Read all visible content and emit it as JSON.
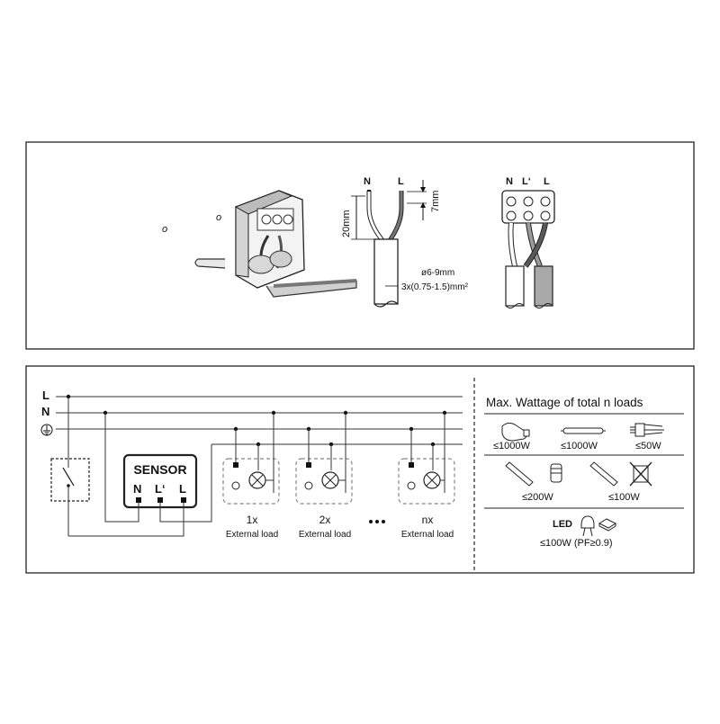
{
  "top_panel": {
    "cable_diagram": {
      "wire_N": "N",
      "wire_L": "L",
      "strip_length": "20mm",
      "wire_strip": "7mm",
      "diameter": "ø6-9mm",
      "cross_section": "3x(0.75-1.5)mm²"
    },
    "terminal_block": {
      "label_N": "N",
      "label_L_out": "L‘",
      "label_L": "L"
    }
  },
  "bottom_panel": {
    "bus_labels": {
      "L": "L",
      "N": "N"
    },
    "sensor": {
      "title": "SENSOR",
      "terminal_N": "N",
      "terminal_L_out": "L‘",
      "terminal_L": "L"
    },
    "loads": [
      {
        "count": "1x",
        "label": "External load"
      },
      {
        "count": "2x",
        "label": "External load"
      },
      {
        "count": "nx",
        "label": "External load"
      }
    ],
    "wattage_table": {
      "title": "Max. Wattage of total n loads",
      "row1": [
        "≤1000W",
        "≤1000W",
        "≤50W"
      ],
      "row2": [
        "≤200W",
        "≤100W"
      ],
      "led_label": "LED",
      "led_value": "≤100W (PF≥0.9)"
    }
  }
}
